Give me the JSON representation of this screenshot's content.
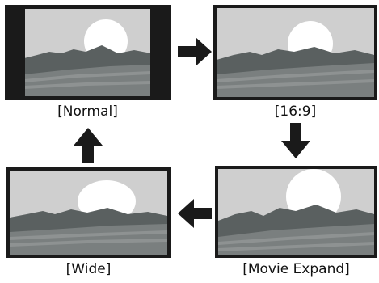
{
  "modes": [
    {
      "label": "[Normal]",
      "icon": "normal-mode-screen"
    },
    {
      "label": "[16:9]",
      "icon": "16-9-mode-screen"
    },
    {
      "label": "[Movie Expand]",
      "icon": "movie-expand-mode-screen"
    },
    {
      "label": "[Wide]",
      "icon": "wide-mode-screen"
    }
  ],
  "colors": {
    "frame": "#1a1a1a",
    "sky": "#cfcfcf",
    "mountain": "#5a6060",
    "ground": "#7a7f7f",
    "ground_stripe": "#8e9292",
    "sun": "#ffffff",
    "arrow": "#1a1a1a"
  }
}
